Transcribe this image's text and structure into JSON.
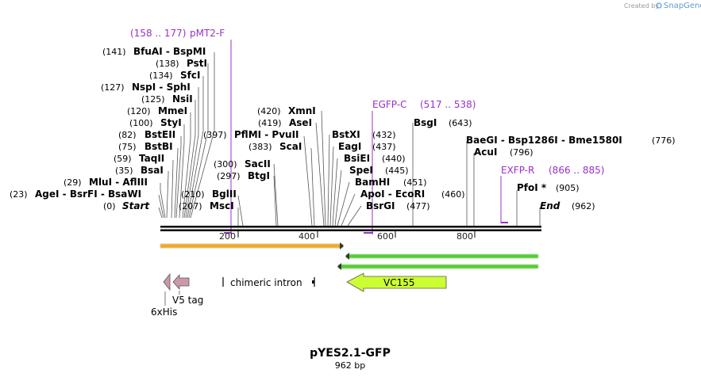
{
  "credit": {
    "prefix": "Created by",
    "brand": "SnapGene"
  },
  "title": "pYES2.1-GFP",
  "length_label": "962 bp",
  "total_bp": 962,
  "ruler_ticks": [
    "200",
    "400",
    "600",
    "800"
  ],
  "primers": [
    {
      "pos": "(158 .. 177)",
      "name": "pMT2-F",
      "color": "#9b30c8"
    },
    {
      "pos": "(517 .. 538)",
      "name": "EGFP-C",
      "color": "#9b30c8"
    },
    {
      "pos": "(866 .. 885)",
      "name": "EXFP-R",
      "color": "#9b30c8"
    }
  ],
  "sites_left": [
    {
      "pos": "(141)",
      "name": "BfuAI  -  BspMI"
    },
    {
      "pos": "(138)",
      "name": "PstI"
    },
    {
      "pos": "(134)",
      "name": "SfcI"
    },
    {
      "pos": "(127)",
      "name": "NspI  -  SphI"
    },
    {
      "pos": "(125)",
      "name": "NsiI"
    },
    {
      "pos": "(120)",
      "name": "MmeI"
    },
    {
      "pos": "(100)",
      "name": "StyI"
    },
    {
      "pos": "(82)",
      "name": "BstEII"
    },
    {
      "pos": "(75)",
      "name": "BstBI"
    },
    {
      "pos": "(59)",
      "name": "TaqII"
    },
    {
      "pos": "(35)",
      "name": "BsaI"
    },
    {
      "pos": "(29)",
      "name": "MluI  -  AflIII"
    },
    {
      "pos": "(23)",
      "name": "AgeI  -  BsrFI  -  BsaWI"
    },
    {
      "pos": "(0)",
      "name": "Start"
    }
  ],
  "sites_mid": [
    {
      "pos": "(397)",
      "name": "PflMI  -  PvuII"
    },
    {
      "pos": "(383)",
      "name": "ScaI"
    },
    {
      "pos": "(300)",
      "name": "SacII"
    },
    {
      "pos": "(297)",
      "name": "BtgI"
    },
    {
      "pos": "(210)",
      "name": "BglII"
    },
    {
      "pos": "(207)",
      "name": "MscI"
    },
    {
      "pos": "(420)",
      "name": "XmnI"
    },
    {
      "pos": "(419)",
      "name": "AseI"
    }
  ],
  "sites_right": [
    {
      "name": "BstXI",
      "pos": "(432)"
    },
    {
      "name": "EagI",
      "pos": "(437)"
    },
    {
      "name": "BsiEI",
      "pos": "(440)"
    },
    {
      "name": "SpeI",
      "pos": "(445)"
    },
    {
      "name": "BamHI",
      "pos": "(451)"
    },
    {
      "name": "ApoI  -  EcoRI",
      "pos": "(460)"
    },
    {
      "name": "BsrGI",
      "pos": "(477)"
    },
    {
      "name": "BsgI",
      "pos": "(643)"
    },
    {
      "name": "BaeGI  -  Bsp1286I  -  Bme1580I",
      "pos": "(776)"
    },
    {
      "name": "AcuI",
      "pos": "(796)"
    },
    {
      "name": "PfoI *",
      "pos": "(905)"
    },
    {
      "name": "End",
      "pos": "(962)"
    }
  ],
  "features": {
    "v5_tag": "V5 tag",
    "his_tag": "6xHis",
    "intron": "chimeric intron",
    "cds": "VC155",
    "cds_color": "#ccff33",
    "tag_color": "#cc99aa",
    "orange_bar_color": "#f5a623",
    "green_bar_color": "#55cc33"
  }
}
